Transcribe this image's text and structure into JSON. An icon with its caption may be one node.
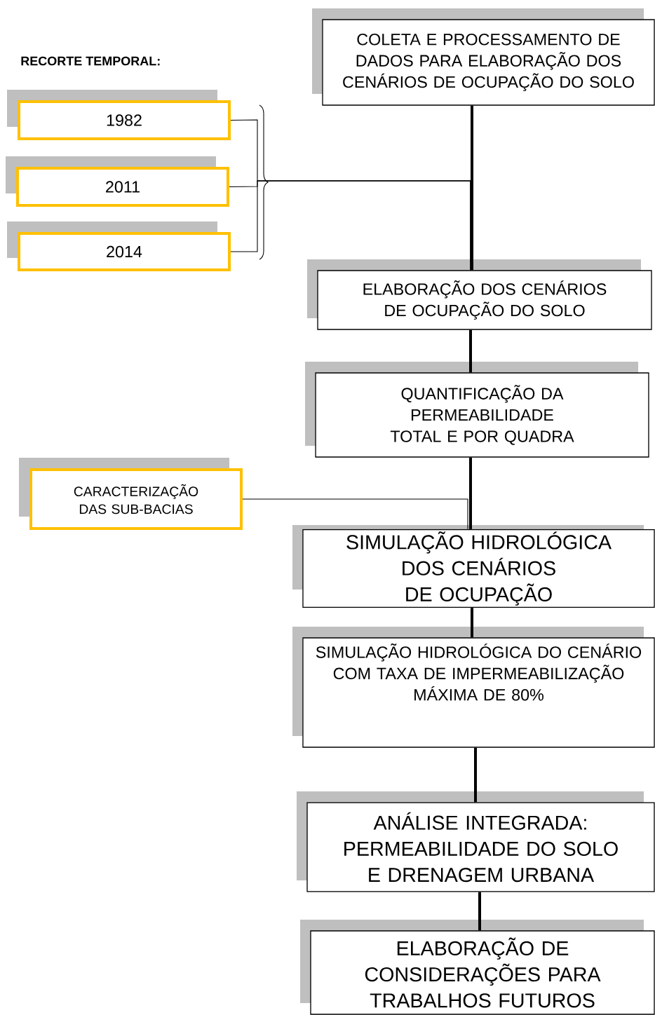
{
  "diagram": {
    "nodes": [
      {
        "text": [
          "COLETA E PROCESSAMENTO DE DADOS PARA ELABORAÇÃO DOS CENÁRIOS DE OCUPAÇÃO DO SOLO"
        ]
      },
      {
        "text": [
          "1982"
        ]
      },
      {
        "text": [
          "2011"
        ]
      },
      {
        "text": [
          "2014"
        ]
      },
      {
        "text": [
          "ELABORAÇÃO DOS CENÁRIOS DE OCUPAÇÃO DO SOLO"
        ]
      },
      {
        "text": [
          "QUANTIFICAÇÃO DA PERMEABILIDADE TOTAL E POR QUADRA"
        ]
      },
      {
        "text": [
          "CARACTERIZAÇÃO DAS SUB-BACIAS"
        ]
      },
      {
        "text": [
          "SIMULAÇÃO HIDROLÓGICA DOS CENÁRIOS DE OCUPAÇÃO"
        ]
      },
      {
        "text": [
          "SIMULAÇÃO HIDROLÓGICA DO CENÁRIO COM TAXA DE IMPERMEABILIZAÇÃO MÁXIMA DE 80%"
        ]
      },
      {
        "text": [
          "ANÁLISE INTEGRADA: PERMEABILIDADE DO SOLO E DRENAGEM URBANA"
        ]
      },
      {
        "text": [
          "ELABORAÇÃO DE CONSIDERAÇÕES PARA TRABALHOS FUTUROS"
        ]
      }
    ],
    "edges": [
      {
        "from": 0,
        "to": 4,
        "arrow": "none"
      },
      {
        "from": 1,
        "to": 4,
        "arrow": "none"
      },
      {
        "from": 2,
        "to": 4,
        "arrow": "none"
      },
      {
        "from": 3,
        "to": 4,
        "arrow": "none"
      },
      {
        "from": 4,
        "to": 5,
        "arrow": "none"
      },
      {
        "from": 5,
        "to": 7,
        "arrow": "none"
      },
      {
        "from": 6,
        "to": 7,
        "arrow": "none"
      },
      {
        "from": 7,
        "to": 8,
        "arrow": "none"
      },
      {
        "from": 8,
        "to": 9,
        "arrow": "none"
      },
      {
        "from": 9,
        "to": 10,
        "arrow": "none"
      }
    ],
    "labels": [
      "RECORTE TEMPORAL:"
    ]
  }
}
